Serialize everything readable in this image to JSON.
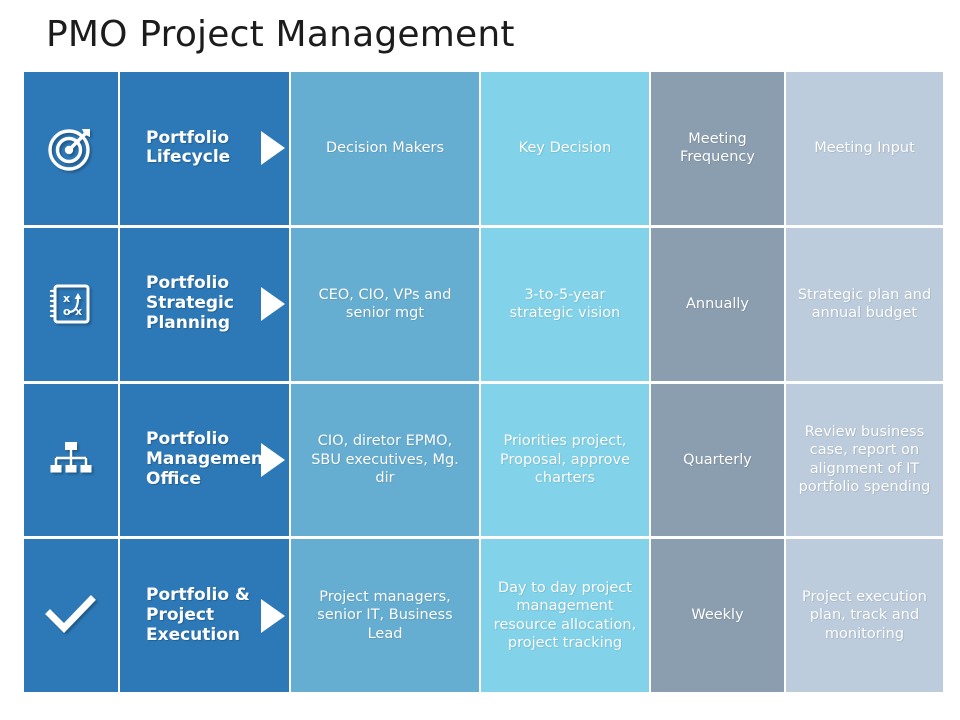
{
  "slide": {
    "title": "PMO Project Management",
    "background": "#ffffff"
  },
  "colors": {
    "icon_column": "#2d79b8",
    "stage_column": "#2d79b8",
    "decision_makers_column": "#66aed1",
    "key_decision_column": "#82d3ea",
    "meeting_frequency_column": "#8b9eb0",
    "meeting_input_column": "#bcccdc",
    "text": "#ffffff",
    "title_text": "#1c1c1c"
  },
  "table": {
    "headers": {
      "icon": "",
      "stage": "Portfolio Lifecycle",
      "decision_makers": "Decision Makers",
      "key_decision": "Key Decision",
      "meeting_frequency": "Meeting Frequency",
      "meeting_input": "Meeting Input"
    },
    "rows": [
      {
        "icon": "target-icon",
        "stage": "Portfolio Lifecycle",
        "decision_makers": "Decision Makers",
        "key_decision": "Key Decision",
        "meeting_frequency": "Meeting Frequency",
        "meeting_input": "Meeting Input"
      },
      {
        "icon": "strategy-playbook-icon",
        "stage": "Portfolio Strategic Planning",
        "decision_makers": "CEO, CIO, VPs and senior mgt",
        "key_decision": "3-to-5-year strategic vision",
        "meeting_frequency": "Annually",
        "meeting_input": "Strategic plan and annual budget"
      },
      {
        "icon": "org-chart-icon",
        "stage": "Portfolio Management Office",
        "decision_makers": "CIO, diretor EPMO, SBU executives, Mg. dir",
        "key_decision": "Priorities project, Proposal, approve charters",
        "meeting_frequency": "Quarterly",
        "meeting_input": "Review business case, report on alignment of IT portfolio spending"
      },
      {
        "icon": "checkmark-icon",
        "stage": "Portfolio & Project Execution",
        "decision_makers": "Project managers, senior IT, Business Lead",
        "key_decision": "Day to day project management resource allocation, project tracking",
        "meeting_frequency": "Weekly",
        "meeting_input": "Project execution plan, track and monitoring"
      }
    ]
  }
}
